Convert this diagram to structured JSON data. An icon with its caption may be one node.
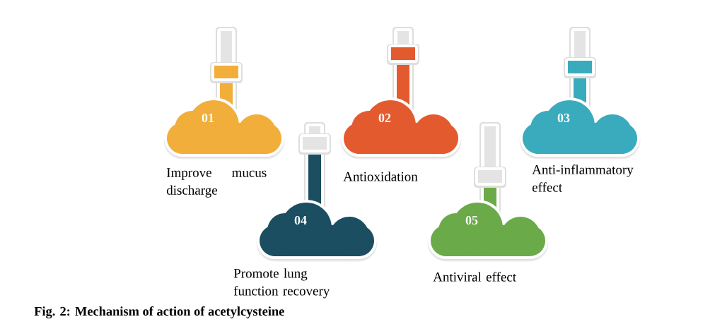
{
  "diagram": {
    "caption": "Fig. 2: Mechanism of action of acetylcysteine",
    "nodes": [
      {
        "text": [
          "01"
        ],
        "beside": [
          "Improve mucus discharge"
        ]
      },
      {
        "text": [
          "02"
        ],
        "beside": [
          "Antioxidation"
        ]
      },
      {
        "text": [
          "03"
        ],
        "beside": [
          "Anti-inflammatory effect"
        ]
      },
      {
        "text": [
          "04"
        ],
        "beside": [
          "Promote lung function recovery"
        ]
      },
      {
        "text": [
          "05"
        ],
        "beside": [
          "Antiviral effect"
        ]
      }
    ]
  }
}
